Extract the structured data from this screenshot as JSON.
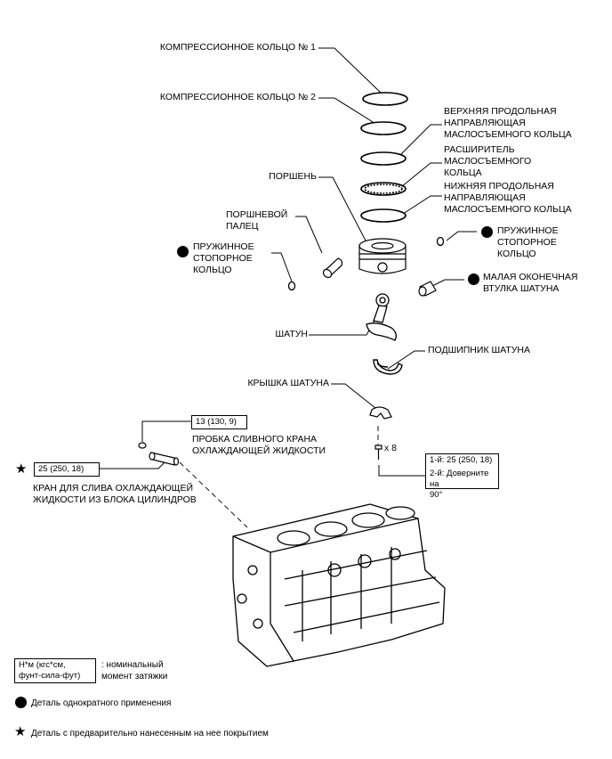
{
  "labels": {
    "comp_ring1": "КОМПРЕССИОННОЕ КОЛЬЦО № 1",
    "comp_ring2": "КОМПРЕССИОННОЕ КОЛЬЦО № 2",
    "upper_rail": [
      "ВЕРХНЯЯ ПРОДОЛЬНАЯ",
      "НАПРАВЛЯЮЩАЯ",
      "МАСЛОСЪЕМНОГО КОЛЬЦА"
    ],
    "expander": [
      "РАСШИРИТЕЛЬ",
      "МАСЛОСЪЕМНОГО",
      "КОЛЬЦА"
    ],
    "lower_rail": [
      "НИЖНЯЯ ПРОДОЛЬНАЯ",
      "НАПРАВЛЯЮЩАЯ",
      "МАСЛОСЪЕМНОГО КОЛЬЦА"
    ],
    "piston": "ПОРШЕНЬ",
    "piston_pin": [
      "ПОРШНЕВОЙ",
      "ПАЛЕЦ"
    ],
    "snap_ring_left": [
      "ПРУЖИННОЕ",
      "СТОПОРНОЕ",
      "КОЛЬЦО"
    ],
    "snap_ring_right": [
      "ПРУЖИННОЕ",
      "СТОПОРНОЕ",
      "КОЛЬЦО"
    ],
    "small_end_bushing": [
      "МАЛАЯ ОКОНЕЧНАЯ",
      "ВТУЛКА ШАТУНА"
    ],
    "con_rod": "ШАТУН",
    "rod_bearing": "ПОДШИПНИК ШАТУНА",
    "rod_cap": "КРЫШКА ШАТУНА",
    "drain_plug": [
      "ПРОБКА СЛИВНОГО КРАНА",
      "ОХЛАЖДАЮЩЕЙ ЖИДКОСТИ"
    ],
    "drain_cock": [
      "КРАН ДЛЯ СЛИВА ОХЛАЖДАЮЩЕЙ",
      "ЖИДКОСТИ ИЗ БЛОКА ЦИЛИНДРОВ"
    ],
    "bolt_count": "x 8"
  },
  "torque": {
    "drain_plug": "13 (130, 9)",
    "drain_cock": "25 (250, 18)",
    "cap_step1": "1-й: 25 (250, 18)",
    "cap_step2": [
      "2-й: Доверните на",
      "90°"
    ]
  },
  "legend": {
    "unit_box": [
      "Н*м (кгс*см,",
      "фунт-сила-фут)"
    ],
    "unit_desc": [
      ": номинальный",
      "момент затяжки"
    ],
    "non_reusable": "Деталь однократного применения",
    "precoated": "Деталь с предварительно нанесенным на нее покрытием"
  }
}
